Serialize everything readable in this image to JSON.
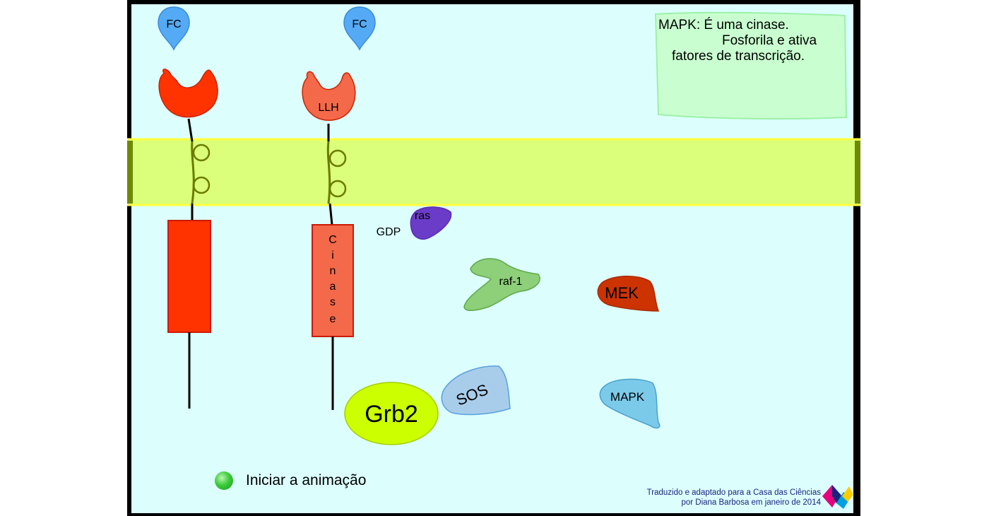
{
  "note": {
    "line1": "MAPK: É uma cinase.",
    "line2": "Fosforila e ativa",
    "line3": "fatores de transcrição."
  },
  "ligands": {
    "left": "FC",
    "right": "FC"
  },
  "receptor_right": {
    "head_label": "LLH",
    "kinase_letters": [
      "C",
      "i",
      "n",
      "a",
      "s",
      "e"
    ]
  },
  "proteins": {
    "ras": "ras",
    "gdp": "GDP",
    "raf": "raf-1",
    "mek": "MEK",
    "sos": "SOS",
    "grb2": "Grb2",
    "mapk": "MAPK"
  },
  "controls": {
    "start_label": "Iniciar a animação"
  },
  "credits": {
    "line1": "Traduzido e adaptado para a Casa das Ciências",
    "line2": "por Diana Barbosa em janeiro de 2014"
  },
  "colors": {
    "cytoplasm": "#dcfffe",
    "membrane": "#dbff7a",
    "membrane_border": "#ffff3a",
    "receptor_left": "#ff3300",
    "receptor_right": "#f4694a",
    "ligand": "#55aaf5",
    "ras": "#6a3cc8",
    "raf": "#8ecf79",
    "mek": "#cc3300",
    "sos": "#a8cdea",
    "grb2": "#ccff00",
    "mapk": "#7ccaea",
    "note_bg": "#c9ffd0"
  }
}
